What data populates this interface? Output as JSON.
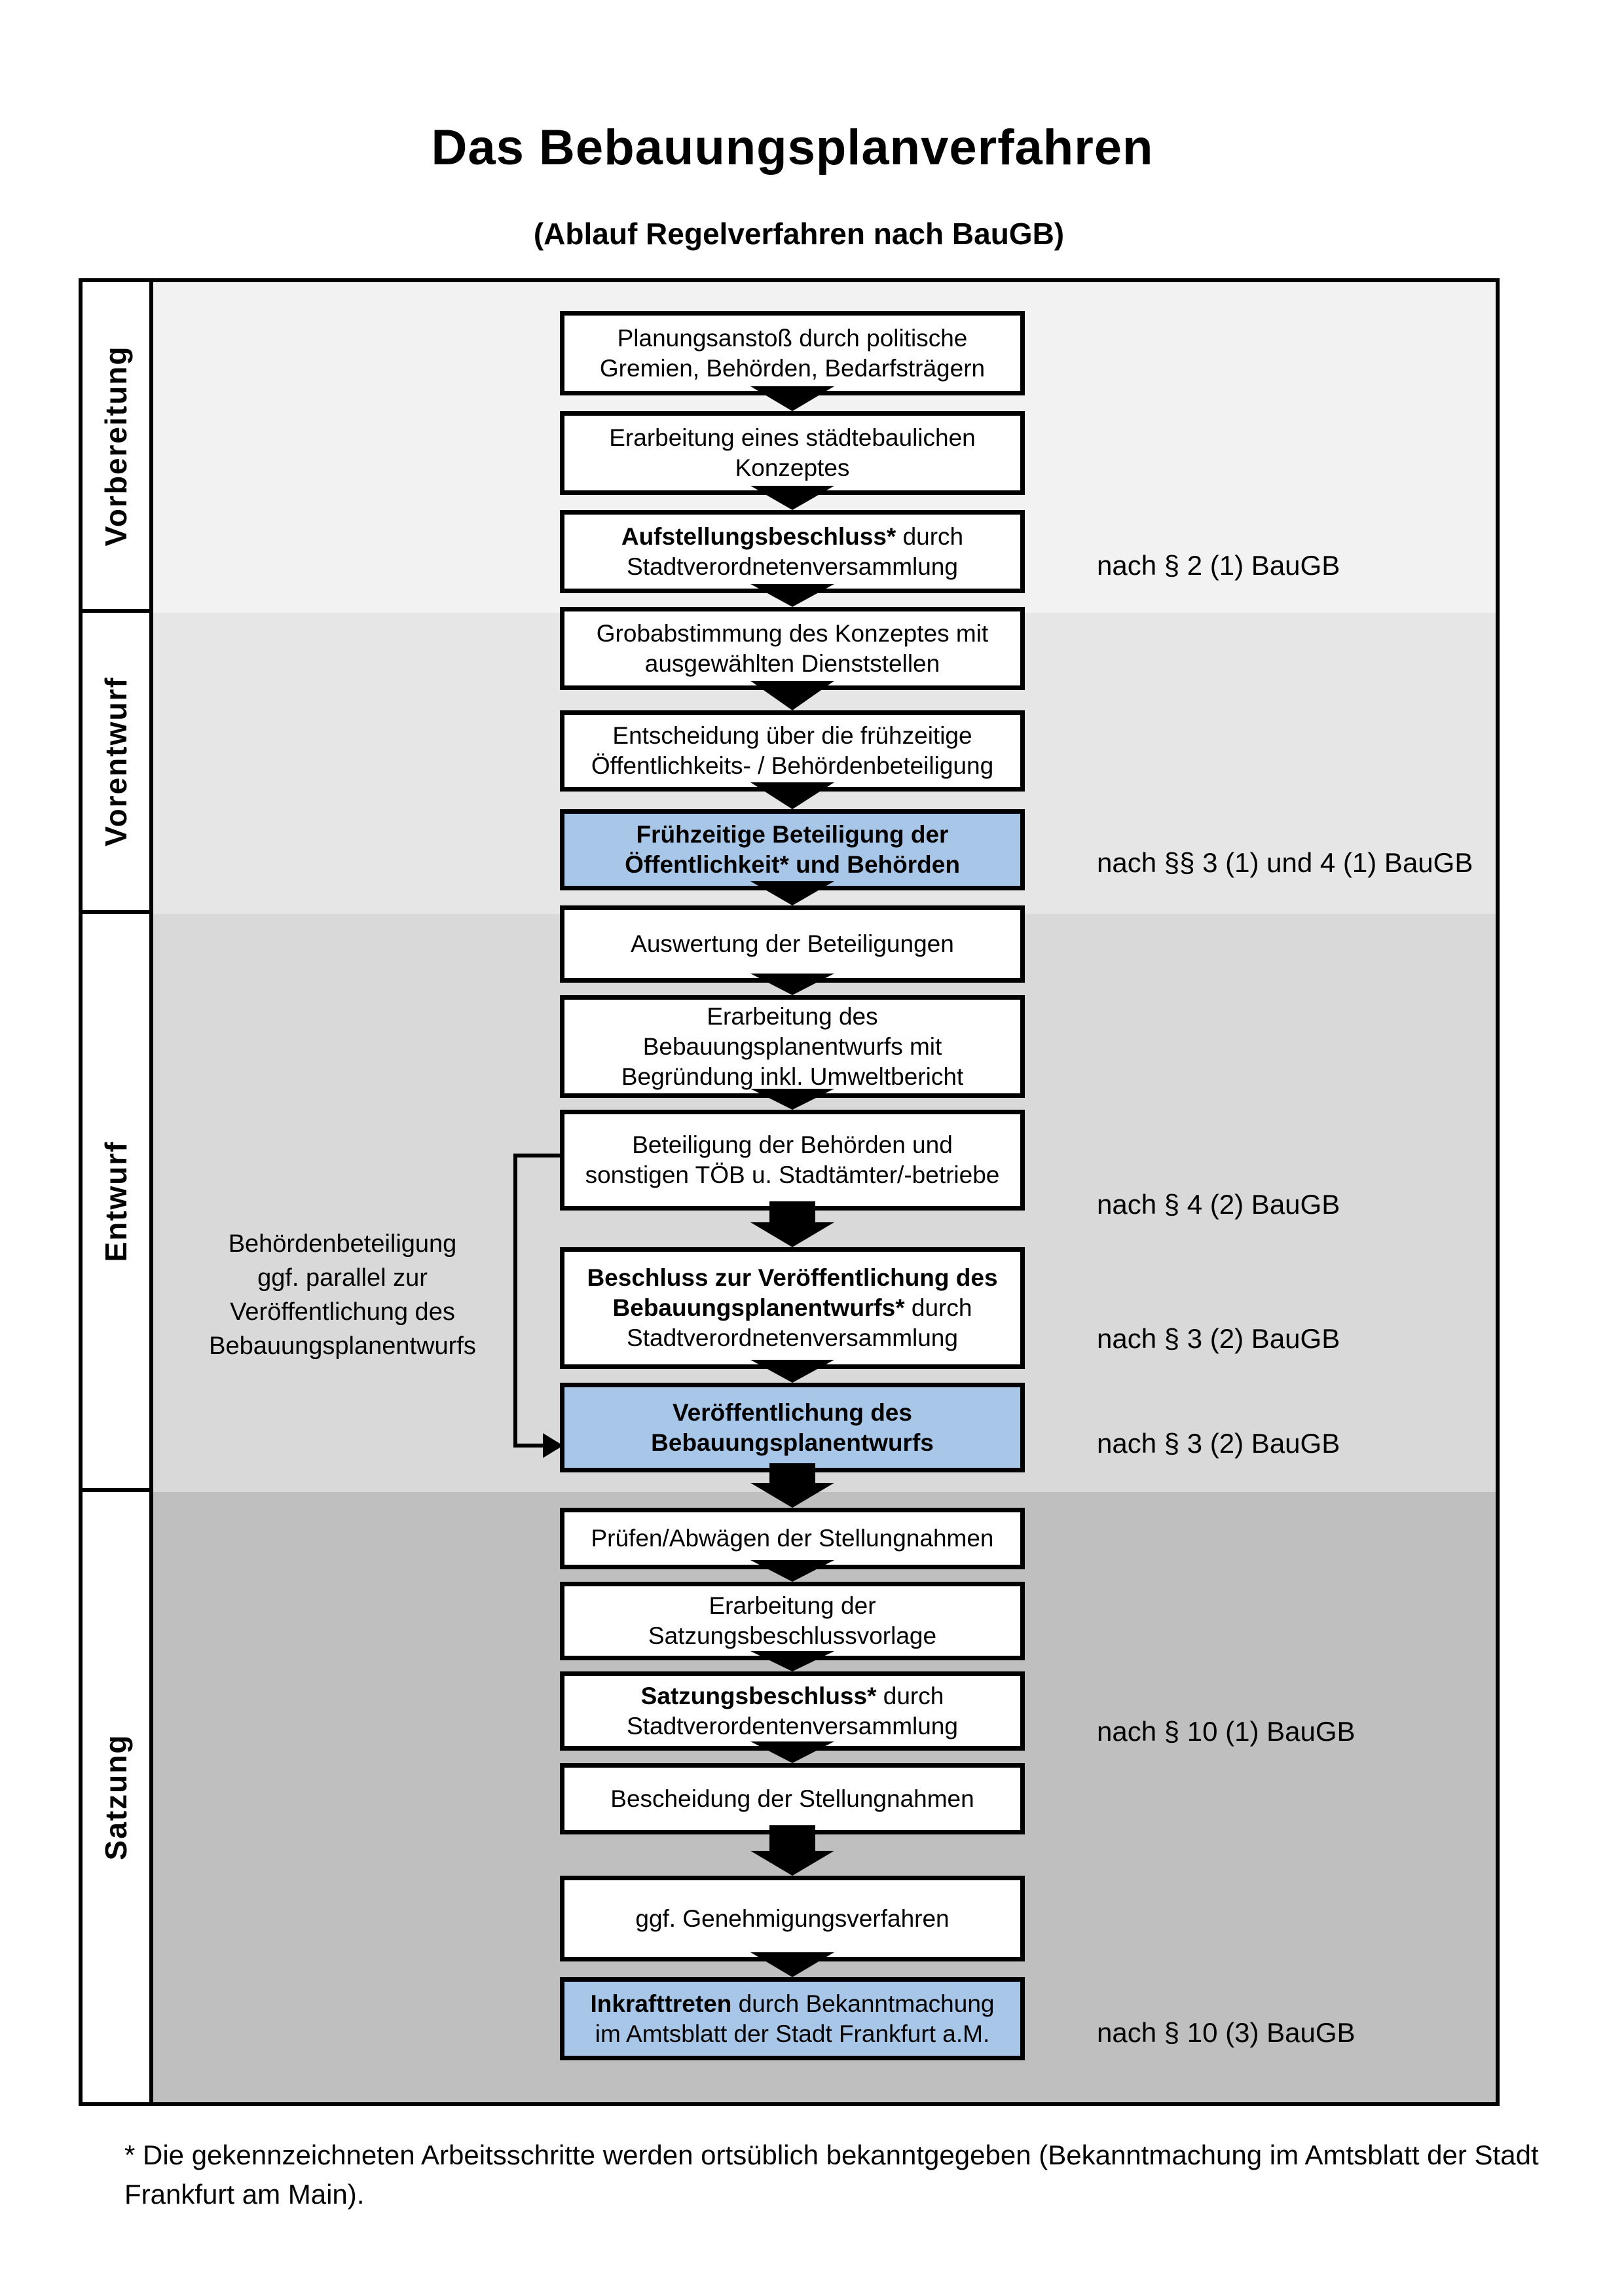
{
  "title": "Das Bebauungsplanverfahren",
  "subtitle": "(Ablauf Regelverfahren nach BauGB)",
  "phases": {
    "p1": "Vorbereitung",
    "p2": "Vorentwurf",
    "p3": "Entwurf",
    "p4": "Satzung"
  },
  "boxes": {
    "b1": {
      "l1": "Planungsanstoß durch politische",
      "l2": "Gremien, Behörden, Bedarfsträgern"
    },
    "b2": {
      "l1": "Erarbeitung eines städtebaulichen",
      "l2": "Konzeptes"
    },
    "b3": {
      "l1b": "Aufstellungsbeschluss*",
      "l1r": " durch",
      "l2": "Stadtverordnetenversammlung"
    },
    "b4": {
      "l1": "Grobabstimmung des Konzeptes mit",
      "l2": "ausgewählten Dienststellen"
    },
    "b5": {
      "l1": "Entscheidung über die frühzeitige",
      "l2": "Öffentlichkeits- / Behördenbeteiligung"
    },
    "b6": {
      "l1": "Frühzeitige Beteiligung der",
      "l2": "Öffentlichkeit* und Behörden"
    },
    "b7": {
      "l1": "Auswertung der Beteiligungen"
    },
    "b8": {
      "l1": "Erarbeitung des",
      "l2": "Bebauungsplanentwurfs mit",
      "l3": "Begründung inkl. Umweltbericht"
    },
    "b9": {
      "l1": "Beteiligung der Behörden und",
      "l2": "sonstigen TÖB u. Stadtämter/-betriebe"
    },
    "b10": {
      "l1b": "Beschluss zur Veröffentlichung des",
      "l2b": "Bebauungsplanentwurfs*",
      "l2r": " durch",
      "l3": "Stadtverordnetenversammlung"
    },
    "b11": {
      "l1": "Veröffentlichung des",
      "l2": "Bebauungsplanentwurfs"
    },
    "b12": {
      "l1": "Prüfen/Abwägen der Stellungnahmen"
    },
    "b13": {
      "l1": "Erarbeitung der",
      "l2": "Satzungsbeschlussvorlage"
    },
    "b14": {
      "l1b": "Satzungsbeschluss*",
      "l1r": " durch",
      "l2": "Stadtverordentenversammlung"
    },
    "b15": {
      "l1": "Bescheidung der Stellungnahmen"
    },
    "b16": {
      "l1": "ggf. Genehmigungsverfahren"
    },
    "b17": {
      "l1b": "Inkrafttreten",
      "l1r": " durch Bekanntmachung",
      "l2": "im Amtsblatt der Stadt Frankfurt a.M."
    }
  },
  "annotations": {
    "a1": "nach § 2 (1) BauGB",
    "a2": "nach §§ 3 (1) und 4 (1) BauGB",
    "a3": "nach § 4 (2) BauGB",
    "a4": "nach § 3 (2) BauGB",
    "a5": "nach § 3 (2) BauGB",
    "a6": "nach § 10 (1) BauGB",
    "a7": "nach § 10 (3) BauGB"
  },
  "side_note": {
    "l1": "Behördenbeteiligung",
    "l2": "ggf. parallel zur",
    "l3": "Veröffentlichung des",
    "l4": "Bebauungsplanentwurfs"
  },
  "footnote": {
    "l1": "* Die gekennzeichneten Arbeitsschritte werden ortsüblich bekanntgegeben (Bekanntmachung im Amtsblatt der Stadt",
    "l2": "Frankfurt am Main)."
  },
  "colors": {
    "highlight_blue": "#A8C6E8",
    "phase1_bg": "#F2F2F2",
    "phase2_bg": "#E6E6E6",
    "phase3_bg": "#D9D9D9",
    "phase4_bg": "#BFBFBF",
    "line_black": "#000000"
  }
}
